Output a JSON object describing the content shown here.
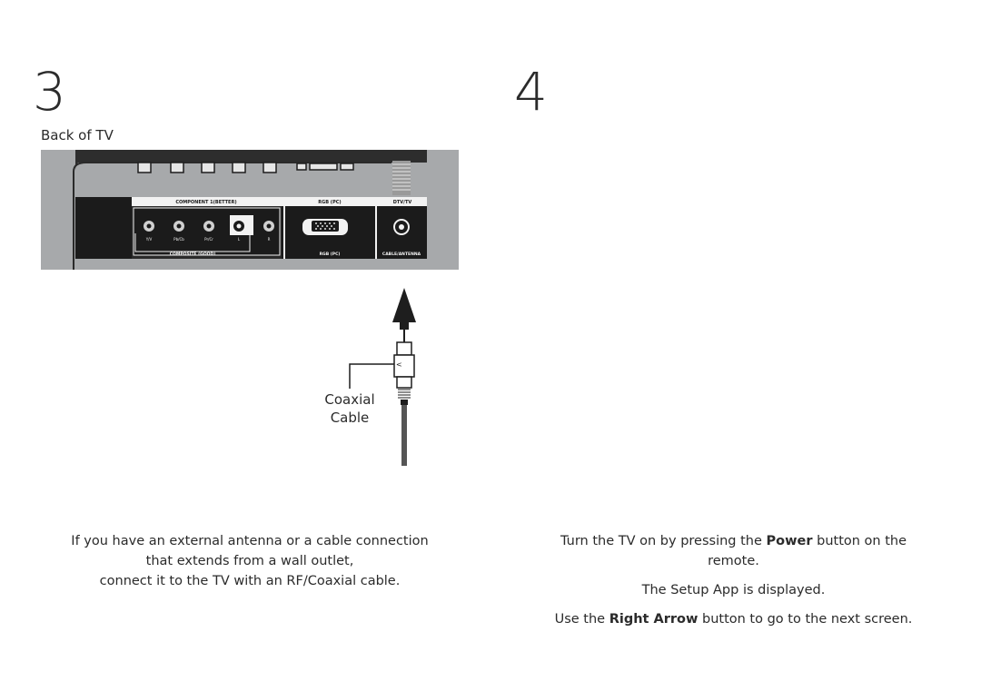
{
  "step3": {
    "number": "3",
    "caption": "Back of TV",
    "panel": {
      "component_label": "COMPONENT 1(BETTER)",
      "rgb_label": "RGB (PC)",
      "dtv_label": "DTV/TV",
      "port_labels": [
        "Y/V",
        "Pb/Cb",
        "Pr/Cr",
        "L",
        "R"
      ],
      "composite_label": "COMPOSITE (GOOD)",
      "rgb_bottom_label": "RGB (PC)",
      "antenna_label": "CABLE/ANTENNA"
    },
    "cable_label_line1": "Coaxial",
    "cable_label_line2": "Cable",
    "instruction_line1": "If you have an external antenna or a cable connection",
    "instruction_line2": "that extends from a wall outlet,",
    "instruction_line3": "connect it to the TV with an RF/Coaxial cable."
  },
  "step4": {
    "number": "4",
    "line1_pre": "Turn the TV on by pressing the ",
    "line1_bold": "Power",
    "line1_post": " button on the",
    "line1_cont": "remote.",
    "line2": "The Setup App is displayed.",
    "line3_pre": "Use the ",
    "line3_bold": "Right Arrow",
    "line3_post": " button to go to the next screen."
  }
}
